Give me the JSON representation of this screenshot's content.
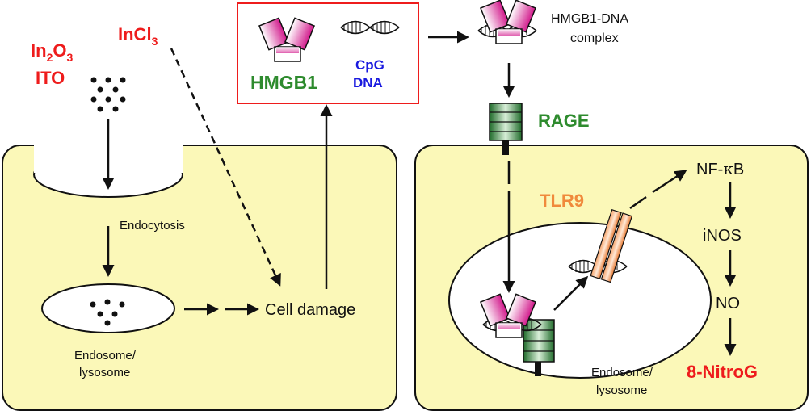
{
  "labels": {
    "in2o3_main": "In",
    "in2o3_sub1": "2",
    "in2o3_mid": "O",
    "in2o3_sub2": "3",
    "ito": "ITO",
    "incl3_main": "InCl",
    "incl3_sub": "3",
    "endocytosis": "Endocytosis",
    "endosome_left_line1": "Endosome/",
    "endosome_left_line2": "lysosome",
    "cell_damage": "Cell damage",
    "hmgb1": "HMGB1",
    "cpg_line1": "CpG",
    "cpg_line2": "DNA",
    "complex_line1": "HMGB1-DNA",
    "complex_line2": "complex",
    "rage": "RAGE",
    "tlr9": "TLR9",
    "nfkb_prefix": "NF-",
    "nfkb_kappa": "κ",
    "nfkb_suffix": "B",
    "inos": "iNOS",
    "no": "NO",
    "nitrog": "8-NitroG",
    "endosome_right_line1": "Endosome/",
    "endosome_right_line2": "lysosome"
  },
  "colors": {
    "cell_fill": "#fbf8b8",
    "red": "#ee1c1c",
    "green": "#2e8b2e",
    "blue": "#1a1adf",
    "orange": "#f08a3c",
    "magenta": "#d21a8c",
    "dark": "#111111"
  }
}
